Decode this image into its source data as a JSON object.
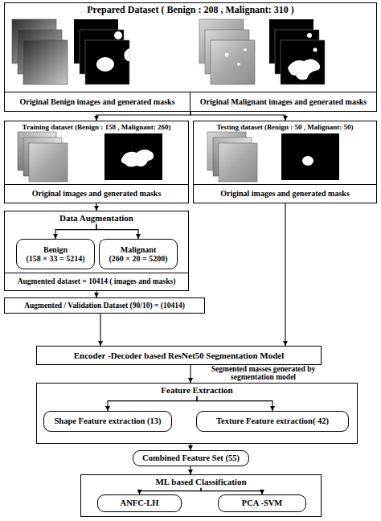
{
  "diagram": {
    "nodes": [
      {
        "text": [
          "Prepared Dataset ( Benign : 208 , Malignant: 310 )"
        ]
      },
      {
        "text": [
          "Original Benign images and generated masks"
        ],
        "in": 0
      },
      {
        "text": [
          "Original Malignant images and generated masks"
        ],
        "in": 0
      },
      {
        "text": [
          "Training dataset (Benign : 158 , Malignant: 260)"
        ]
      },
      {
        "text": [
          "Original images and generated masks"
        ],
        "in": 3
      },
      {
        "text": [
          "Testing dataset (Benign : 50 , Malignant: 50)"
        ]
      },
      {
        "text": [
          "Original images and generated masks"
        ],
        "in": 5
      },
      {
        "text": [
          "Data Augmentation"
        ]
      },
      {
        "text": [
          "Benign",
          "(158 × 33 = 5214)"
        ],
        "in": 7
      },
      {
        "text": [
          "Malignant",
          "(260 × 20 = 5200)"
        ],
        "in": 7
      },
      {
        "text": [
          "Augmented dataset = 10414 ( images and masks)"
        ],
        "in": 7
      },
      {
        "text": [
          "Augmented / Validation Dataset (90/10) = (10414)"
        ]
      },
      {
        "text": [
          "Encoder -Decoder based ResNet50 Segmentation Model"
        ]
      },
      {
        "text": [
          "Feature Extraction"
        ]
      },
      {
        "text": [
          "Shape Feature extraction (13)"
        ],
        "in": 13
      },
      {
        "text": [
          "Texture Feature extraction( 42)"
        ],
        "in": 13
      },
      {
        "text": [
          "Combined Feature Set (55)"
        ]
      },
      {
        "text": [
          "ML based Classification"
        ]
      },
      {
        "text": [
          "ANFC-LH"
        ],
        "in": 17
      },
      {
        "text": [
          "PCA -SVM"
        ],
        "in": 17
      }
    ],
    "edges": [
      {
        "from": 0,
        "to": 3,
        "arrow": "to"
      },
      {
        "from": 0,
        "to": 5,
        "arrow": "to"
      },
      {
        "from": 3,
        "to": 7,
        "arrow": "to"
      },
      {
        "from": 7,
        "to": 8,
        "arrow": "to"
      },
      {
        "from": 7,
        "to": 9,
        "arrow": "to"
      },
      {
        "from": 7,
        "to": 11,
        "arrow": "to"
      },
      {
        "from": 11,
        "to": 12,
        "arrow": "to"
      },
      {
        "from": 5,
        "to": 12,
        "arrow": "to"
      },
      {
        "from": 12,
        "to": 13,
        "label": "Segmented masses generated by segmentation model",
        "arrow": "to"
      },
      {
        "from": 13,
        "to": 14,
        "arrow": "to"
      },
      {
        "from": 13,
        "to": 15,
        "arrow": "to"
      },
      {
        "from": 13,
        "to": 16,
        "arrow": "to"
      },
      {
        "from": 16,
        "to": 17,
        "arrow": "to"
      },
      {
        "from": 17,
        "to": 18,
        "arrow": "to"
      },
      {
        "from": 17,
        "to": 19,
        "arrow": "to"
      }
    ]
  }
}
